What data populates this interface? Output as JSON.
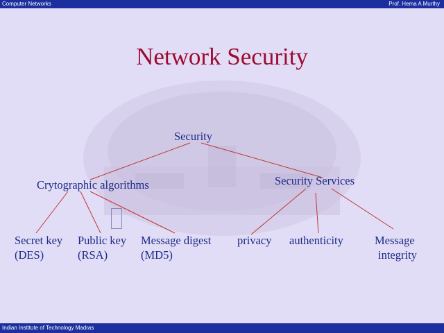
{
  "header": {
    "left": "Computer Networks",
    "right": "Prof. Hema A Murthy"
  },
  "footer": {
    "left": "Indian Institute of Technology Madras"
  },
  "title": "Network Security",
  "diagram": {
    "root": "Security",
    "branches": {
      "algorithms": "Crytographic algorithms",
      "services": "Security Services"
    },
    "leaves": {
      "secret_key": [
        "Secret key",
        "(DES)"
      ],
      "public_key": [
        "Public key",
        "(RSA)"
      ],
      "message_digest": [
        "Message digest",
        "(MD5)"
      ],
      "privacy": [
        "privacy"
      ],
      "authenticity": [
        "authenticity"
      ],
      "message_integrity": [
        "Message",
        "integrity"
      ]
    }
  },
  "colors": {
    "background": "#e2ddf7",
    "bar": "#1b2f9e",
    "title": "#9e0b2f",
    "node_text": "#1b2a86",
    "edge": "#c0342f"
  }
}
